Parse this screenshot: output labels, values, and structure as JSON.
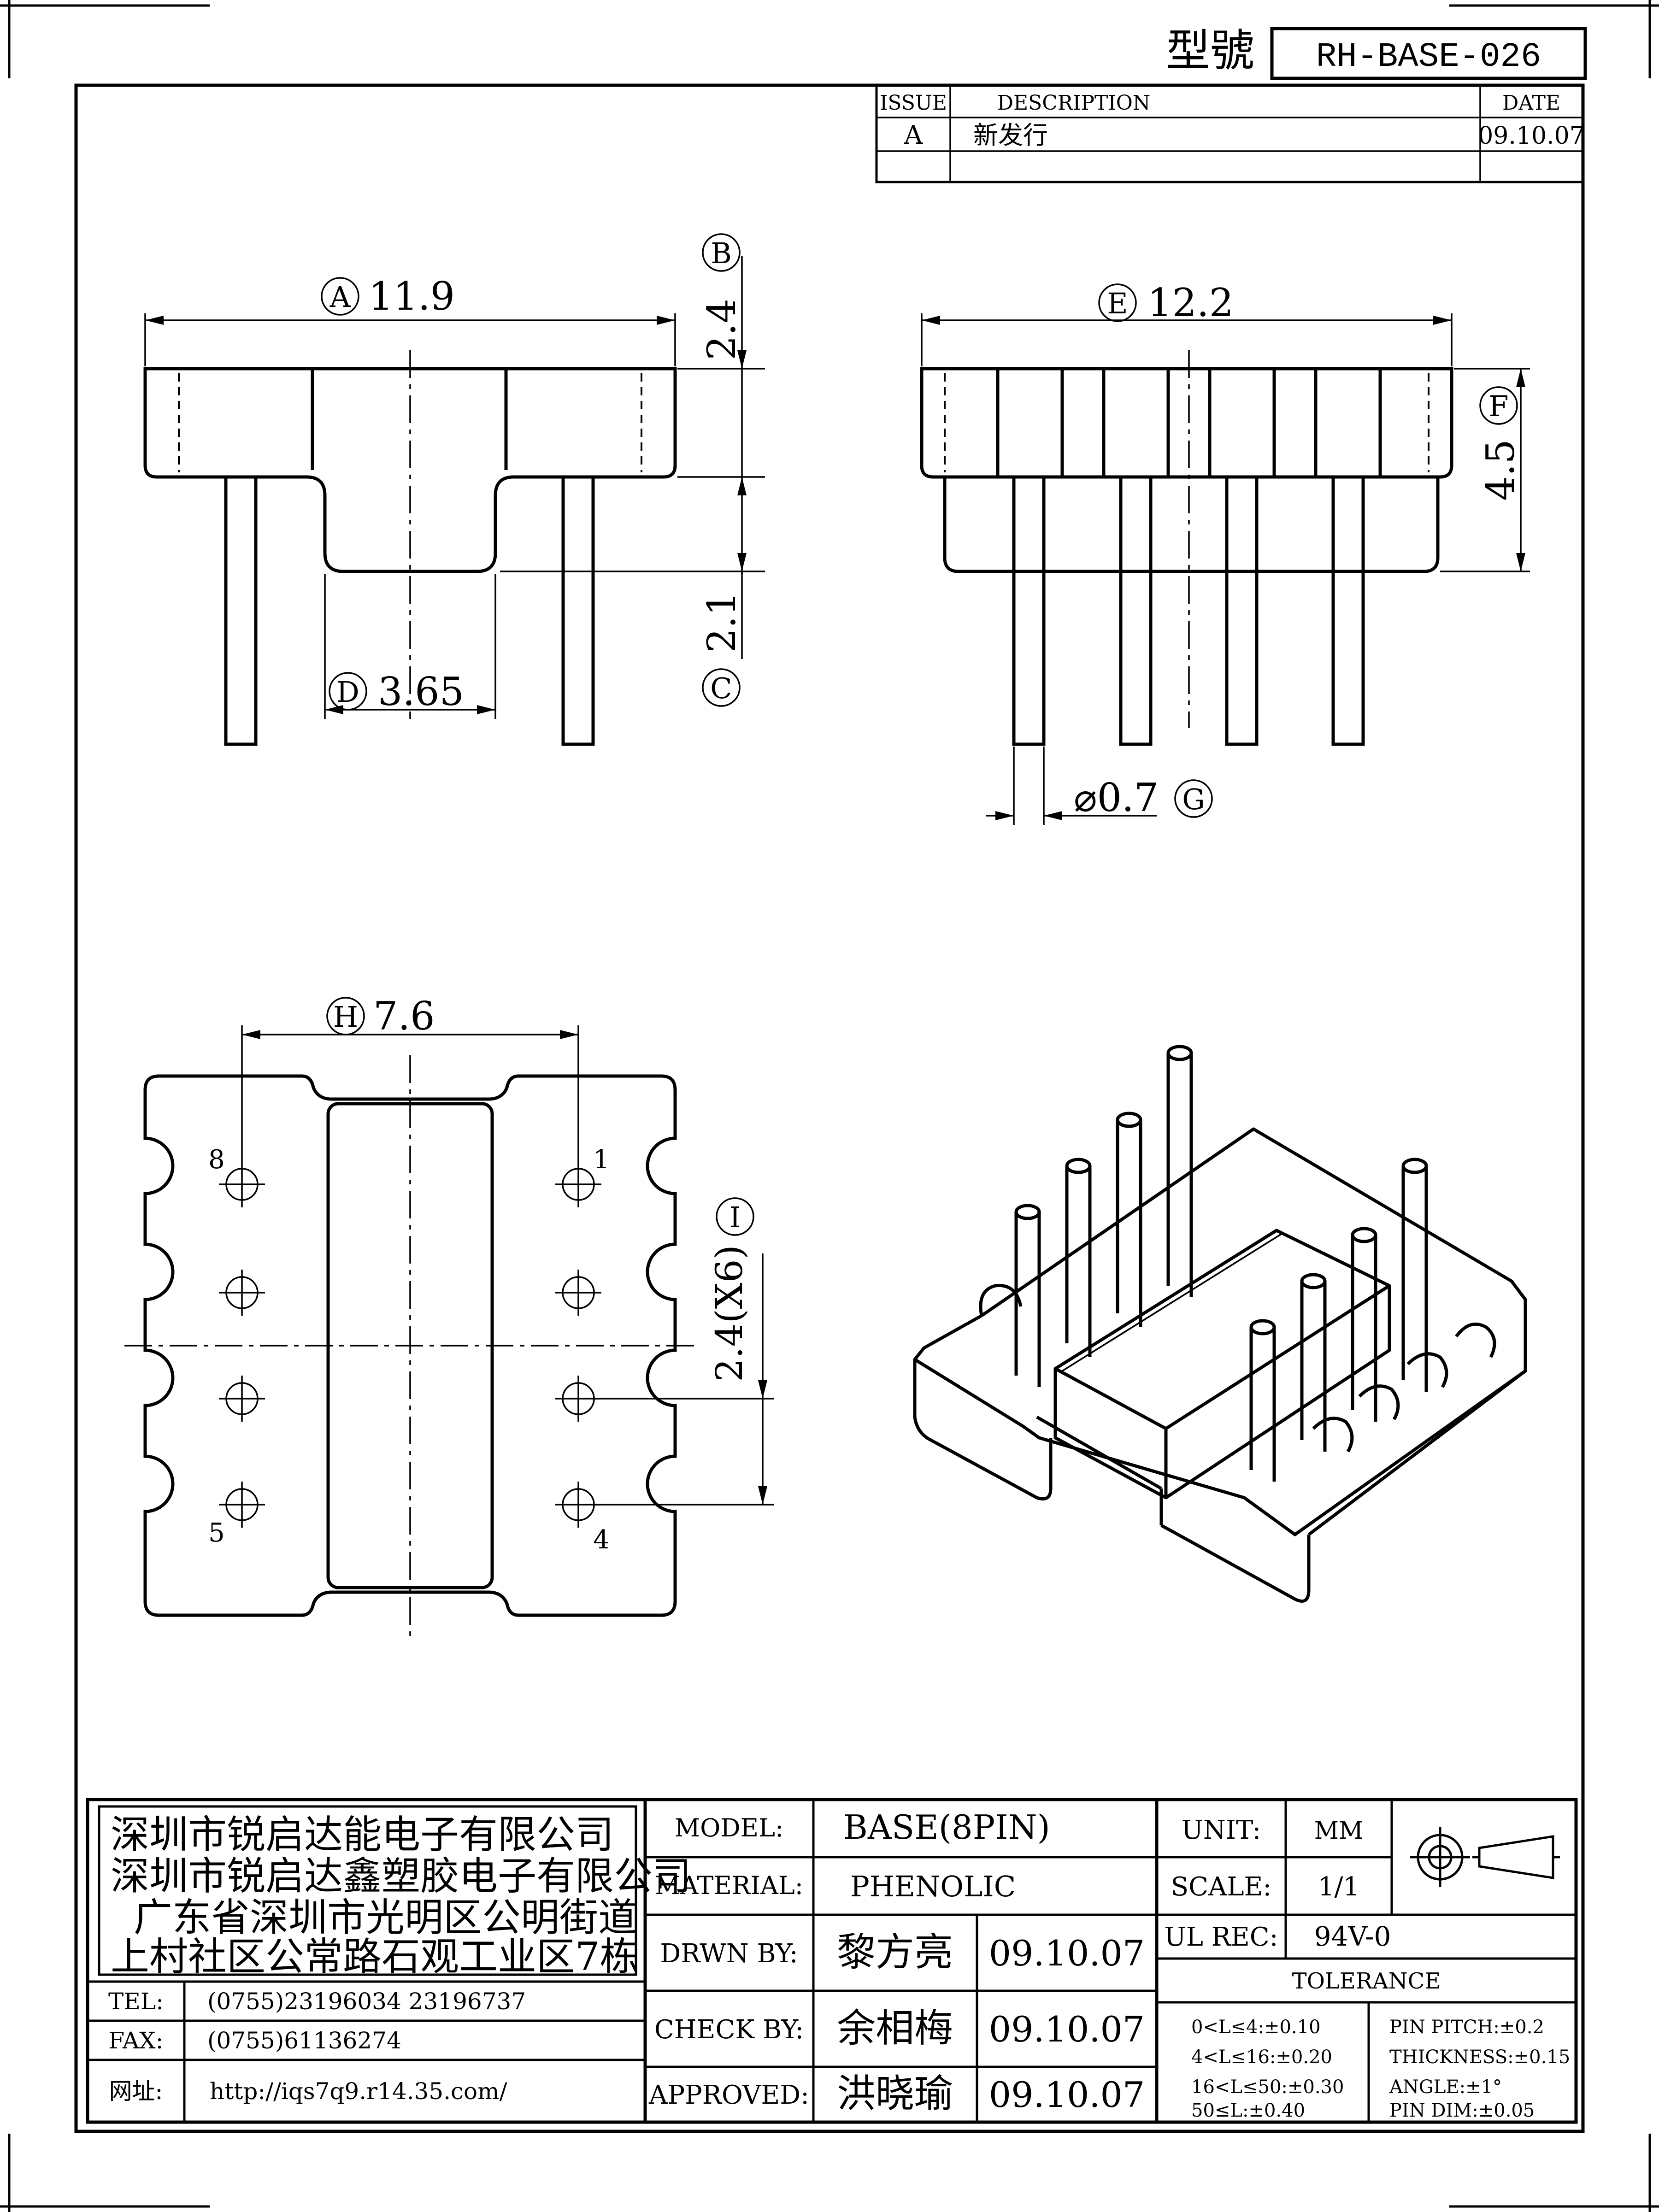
{
  "header": {
    "model_label": "型號",
    "model_value": "RH-BASE-026"
  },
  "revision": {
    "col_issue": "ISSUE",
    "col_description": "DESCRIPTION",
    "col_date": "DATE",
    "rows": [
      {
        "issue": "A",
        "description": "新发行",
        "date": "09.10.07"
      }
    ]
  },
  "dimensions": {
    "A": {
      "tag": "A",
      "value": "11.9"
    },
    "B": {
      "tag": "B",
      "value": "2.4"
    },
    "C": {
      "tag": "C",
      "value": "2.1"
    },
    "D": {
      "tag": "D",
      "value": "3.65"
    },
    "E": {
      "tag": "E",
      "value": "12.2"
    },
    "F": {
      "tag": "F",
      "value": "4.5"
    },
    "G": {
      "tag": "G",
      "value": "⌀0.7"
    },
    "H": {
      "tag": "H",
      "value": "7.6"
    },
    "I": {
      "tag": "I",
      "value": "2.4(X6)"
    }
  },
  "pins": {
    "p1": "1",
    "p4": "4",
    "p5": "5",
    "p8": "8"
  },
  "company": {
    "line1": "深圳市锐启达能电子有限公司",
    "line2": "深圳市锐启达鑫塑胶电子有限公司",
    "line3": "广东省深圳市光明区公明街道",
    "line4": "上村社区公常路石观工业区7栋",
    "tel_label": "TEL:",
    "tel_value": "(0755)23196034  23196737",
    "fax_label": "FAX:",
    "fax_value": "(0755)61136274",
    "web_label": "网址:",
    "web_value": "http://iqs7q9.r14.35.com/"
  },
  "title_block": {
    "model_label": "MODEL:",
    "model_value": "BASE(8PIN)",
    "material_label": "MATERIAL:",
    "material_value": "PHENOLIC",
    "drawn_label": "DRWN BY:",
    "drawn_name": "黎方亮",
    "drawn_date": "09.10.07",
    "check_label": "CHECK BY:",
    "check_name": "余相梅",
    "check_date": "09.10.07",
    "approved_label": "APPROVED:",
    "approved_name": "洪晓瑜",
    "approved_date": "09.10.07",
    "unit_label": "UNIT:",
    "unit_value": "MM",
    "scale_label": "SCALE:",
    "scale_value": "1/1",
    "ul_label": "UL REC:",
    "ul_value": "94V-0",
    "tolerance_label": "TOLERANCE",
    "tol1": "0<L≤4:±0.10",
    "tol2": "4<L≤16:±0.20",
    "tol3": "16<L≤50:±0.30",
    "tol4": "50≤L:±0.40",
    "pin_pitch": "PIN PITCH:±0.2",
    "thickness": "THICKNESS:±0.15",
    "angle": "ANGLE:±1°",
    "pin_dim": "PIN DIM:±0.05"
  }
}
